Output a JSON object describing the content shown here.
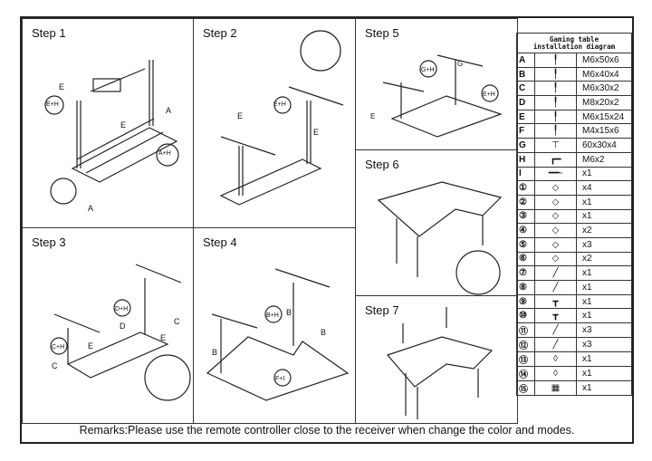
{
  "steps": {
    "s1": "Step 1",
    "s2": "Step 2",
    "s3": "Step 3",
    "s4": "Step 4",
    "s5": "Step 5",
    "s6": "Step 6",
    "s7": "Step 7"
  },
  "labels": {
    "A": "A",
    "B": "B",
    "C": "C",
    "D": "D",
    "E": "E",
    "G": "G",
    "EH": "E+H",
    "AH": "A+H",
    "DH": "D+H",
    "CH": "C+H",
    "BH": "B+H",
    "FI": "F+I",
    "GH": "G+H"
  },
  "table": {
    "title_line1": "Gaming table",
    "title_line2": "installation diagram",
    "rows": [
      {
        "label": "A",
        "icon": "bolt-icon",
        "value": "M6x50x6"
      },
      {
        "label": "B",
        "icon": "bolt-icon",
        "value": "M6x40x4"
      },
      {
        "label": "C",
        "icon": "bolt-icon",
        "value": "M6x30x2"
      },
      {
        "label": "D",
        "icon": "bolt-icon",
        "value": "M8x20x2"
      },
      {
        "label": "E",
        "icon": "bolt-icon",
        "value": "M6x15x24"
      },
      {
        "label": "F",
        "icon": "bolt-icon",
        "value": "M4x15x6"
      },
      {
        "label": "G",
        "icon": "screw-icon",
        "value": "60x30x4"
      },
      {
        "label": "H",
        "icon": "hex-key-icon",
        "value": "M6x2"
      },
      {
        "label": "I",
        "icon": "screwdriver-icon",
        "value": "x1"
      },
      {
        "label": "①",
        "icon": "part-icon",
        "value": "x4"
      },
      {
        "label": "②",
        "icon": "part-icon",
        "value": "x1"
      },
      {
        "label": "③",
        "icon": "part-icon",
        "value": "x1"
      },
      {
        "label": "④",
        "icon": "part-icon",
        "value": "x2"
      },
      {
        "label": "⑤",
        "icon": "part-icon",
        "value": "x3"
      },
      {
        "label": "⑥",
        "icon": "part-icon",
        "value": "x2"
      },
      {
        "label": "⑦",
        "icon": "bar-icon",
        "value": "x1"
      },
      {
        "label": "⑧",
        "icon": "bar-icon",
        "value": "x1"
      },
      {
        "label": "⑨",
        "icon": "leg-icon",
        "value": "x1"
      },
      {
        "label": "⑩",
        "icon": "leg-icon",
        "value": "x1"
      },
      {
        "label": "⑪",
        "icon": "bar-icon",
        "value": "x3"
      },
      {
        "label": "⑫",
        "icon": "bar-icon",
        "value": "x3"
      },
      {
        "label": "⑬",
        "icon": "plate-icon",
        "value": "x1"
      },
      {
        "label": "⑭",
        "icon": "plate-icon",
        "value": "x1"
      },
      {
        "label": "⑮",
        "icon": "controller-icon",
        "value": "x1"
      }
    ]
  },
  "remarks": "Remarks:Please use the remote controller close to the receiver when change the color and modes."
}
